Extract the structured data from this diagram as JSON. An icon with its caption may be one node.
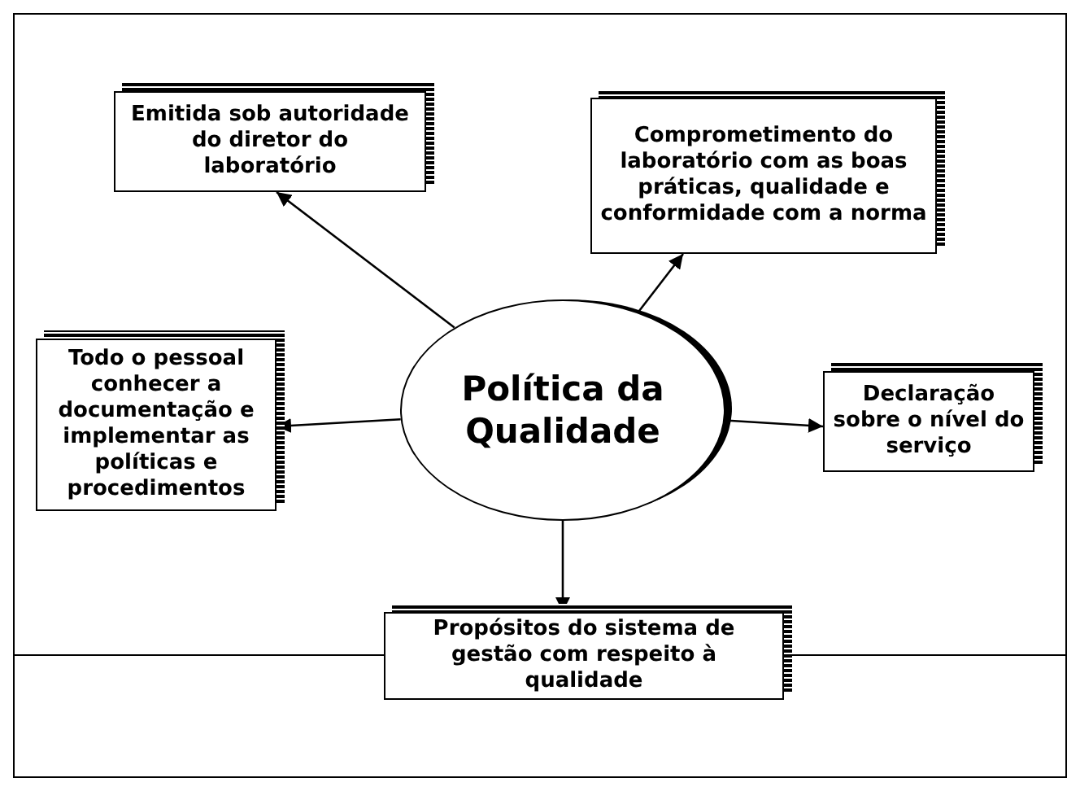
{
  "diagram": {
    "nodes": [
      {
        "text": [
          "Emitida sob autoridade do diretor do laboratório"
        ]
      },
      {
        "text": [
          "Comprometimento do laboratório com as boas práticas, qualidade e conformidade com a norma"
        ]
      },
      {
        "text": [
          "Todo o pessoal conhecer a documentação e implementar as políticas e procedimentos"
        ]
      },
      {
        "text": [
          "Política da Qualidade"
        ]
      },
      {
        "text": [
          "Declaração sobre o nível do serviço"
        ]
      },
      {
        "text": [
          "Propósitos do sistema de gestão com respeito à qualidade"
        ]
      }
    ],
    "edges": [
      {
        "from": 3,
        "to": 0,
        "arrow": "to"
      },
      {
        "from": 3,
        "to": 1,
        "arrow": "to"
      },
      {
        "from": 3,
        "to": 2,
        "arrow": "to"
      },
      {
        "from": 3,
        "to": 4,
        "arrow": "to"
      },
      {
        "from": 3,
        "to": 5,
        "arrow": "to"
      }
    ]
  }
}
